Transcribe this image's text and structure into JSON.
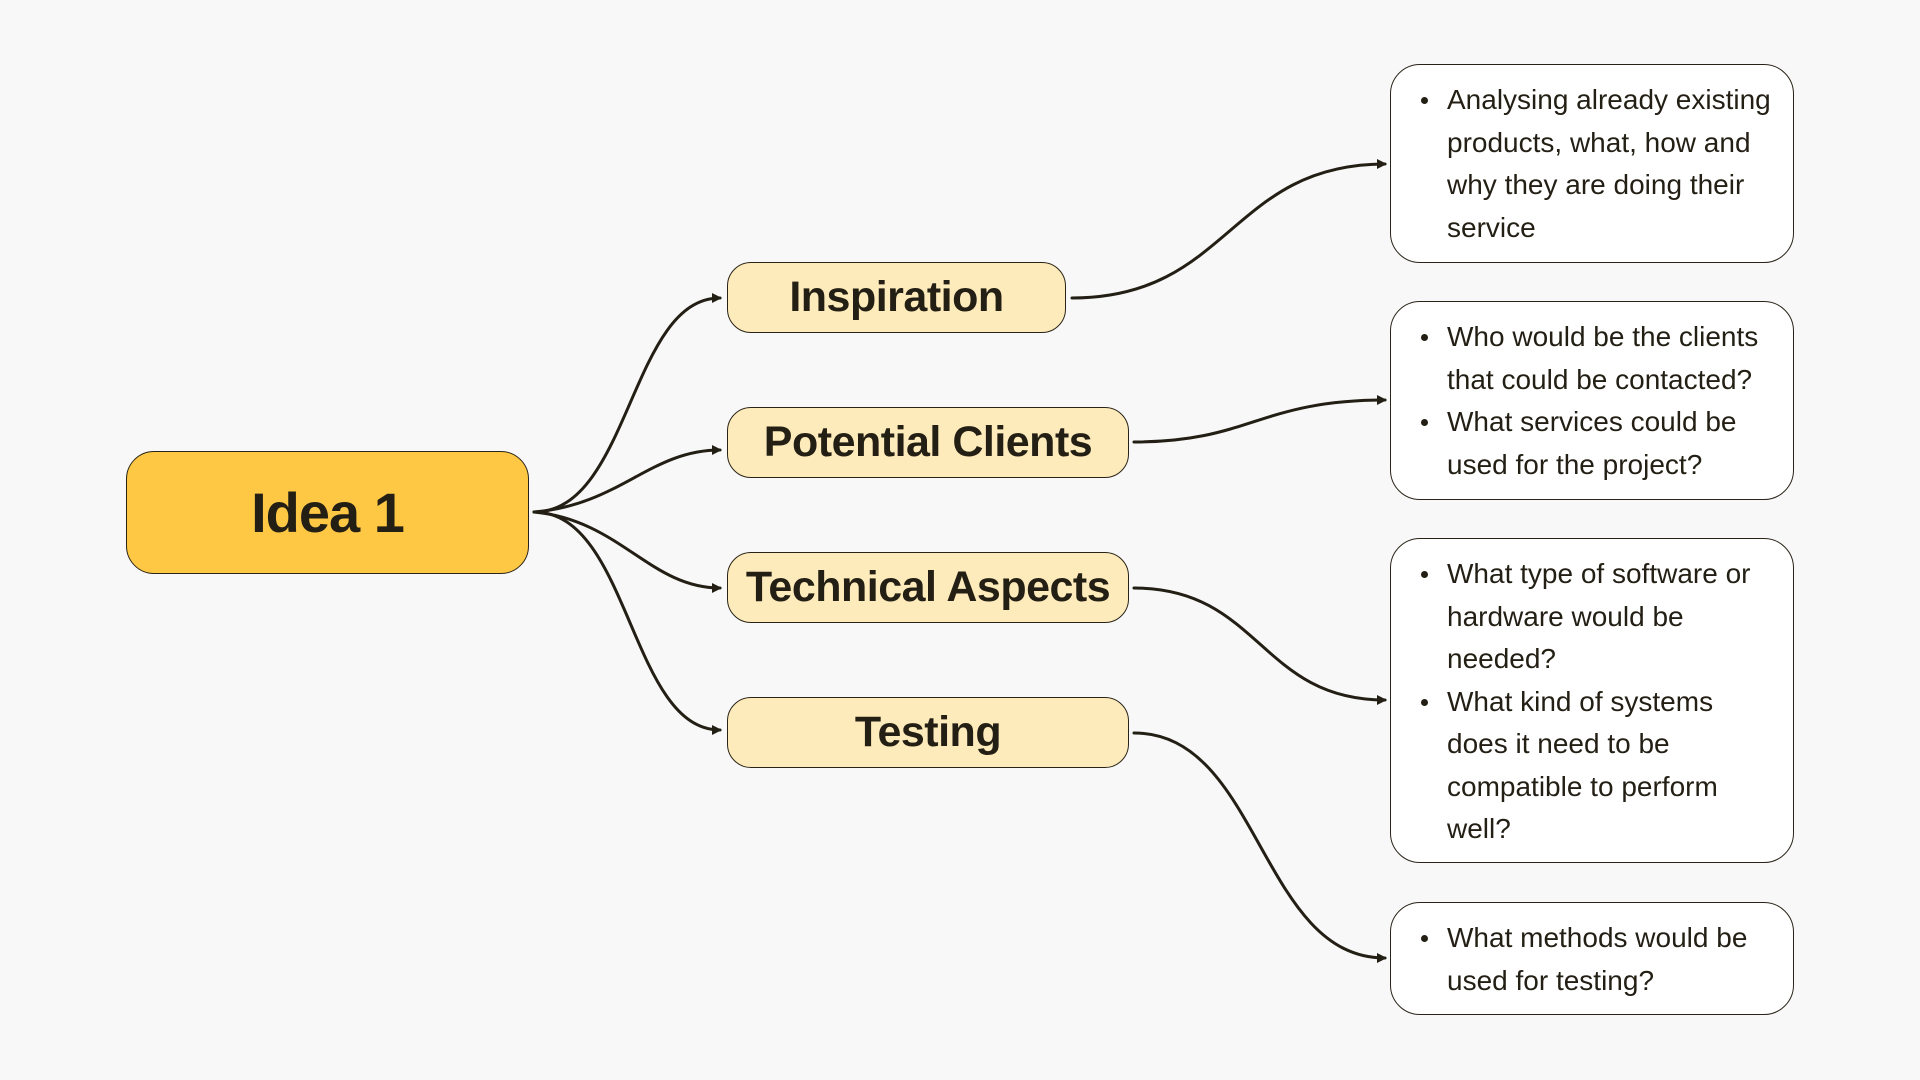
{
  "colors": {
    "background": "#f8f8f8",
    "root_fill": "#fec844",
    "branch_fill": "#feebbb",
    "detail_fill": "#ffffff",
    "stroke": "#231f14"
  },
  "root": {
    "label": "Idea 1"
  },
  "branches": [
    {
      "label": "Inspiration",
      "details": [
        "Analysing already existing products, what, how and why they are doing their service"
      ]
    },
    {
      "label": "Potential Clients",
      "details": [
        "Who would be the clients that could be contacted?",
        "What services could be used for the project?"
      ]
    },
    {
      "label": "Technical Aspects",
      "details": [
        "What type of software or hardware would be needed?",
        "What kind of systems does it need to be compatible to perform well?"
      ]
    },
    {
      "label": "Testing",
      "details": [
        "What methods would be used for testing?"
      ]
    }
  ]
}
